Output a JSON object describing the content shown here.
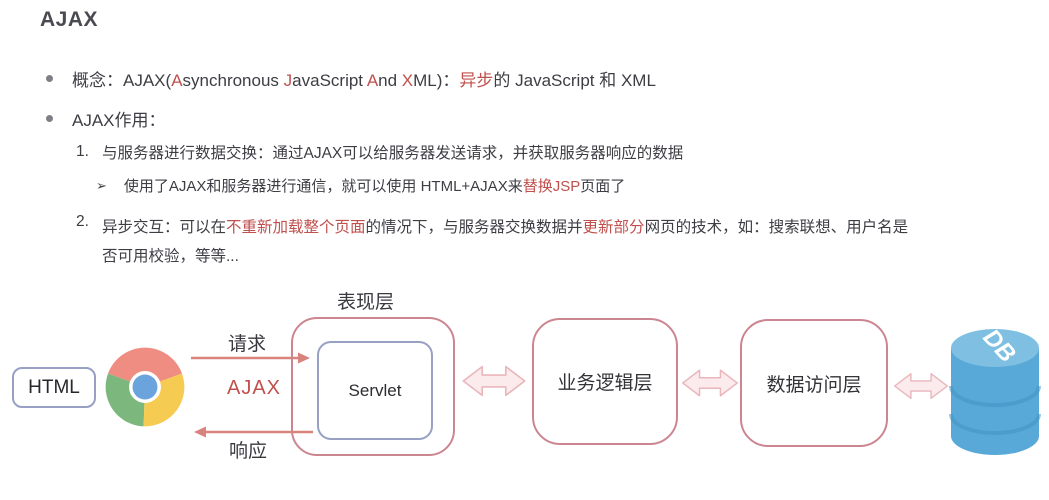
{
  "title": "AJAX",
  "colors": {
    "red_accent": "#c0504d",
    "text_dark": "#3d3d44",
    "bullet_gray": "#7f7f85",
    "rose_border": "#cb8690",
    "purple_border": "#98a0c4",
    "arrow_fill": "#fcebed",
    "arrow_stroke": "#e9b6bc",
    "salmon_arrow": "#d9837d",
    "db_blue": "#58a8d8",
    "db_blue_light": "#7fc0e2",
    "db_blue_dark": "#4492c2",
    "chrome_red": "#ef8d83",
    "chrome_green": "#7cb87e",
    "chrome_yellow": "#f6cb51",
    "chrome_blue": "#6ba3dc"
  },
  "content": {
    "bullet1": [
      {
        "t": "概念：AJAX(",
        "c": "dark"
      },
      {
        "t": "A",
        "c": "red"
      },
      {
        "t": "synchronous ",
        "c": "dark"
      },
      {
        "t": "J",
        "c": "red"
      },
      {
        "t": "avaScript ",
        "c": "dark"
      },
      {
        "t": "A",
        "c": "red"
      },
      {
        "t": "nd ",
        "c": "dark"
      },
      {
        "t": "X",
        "c": "red"
      },
      {
        "t": "ML)：",
        "c": "dark"
      },
      {
        "t": "异步",
        "c": "red"
      },
      {
        "t": "的 JavaScript 和 XML",
        "c": "dark"
      }
    ],
    "bullet2": "AJAX作用：",
    "item1_num": "1.",
    "item1": "与服务器进行数据交换：通过AJAX可以给服务器发送请求，并获取服务器响应的数据",
    "sub1_marker": "➢",
    "sub1": [
      {
        "t": "使用了AJAX和服务器进行通信，就可以使用 HTML+AJAX来",
        "c": "dark"
      },
      {
        "t": "替换JSP",
        "c": "red"
      },
      {
        "t": "页面了",
        "c": "dark"
      }
    ],
    "item2_num": "2.",
    "item2": [
      {
        "t": "异步交互：可以在",
        "c": "dark"
      },
      {
        "t": "不重新加载整个页面",
        "c": "red"
      },
      {
        "t": "的情况下，与服务器交换数据并",
        "c": "dark"
      },
      {
        "t": "更新部分",
        "c": "red"
      },
      {
        "t": "网页的技术，如：搜索联想、用户名是否可用校验，等等...",
        "c": "dark"
      }
    ]
  },
  "diagram": {
    "presentation_layer_label": "表现层",
    "html_box_label": "HTML",
    "servlet_box_label": "Servlet",
    "request_label": "请求",
    "ajax_label": "AJAX",
    "response_label": "响应",
    "business_layer_label": "业务逻辑层",
    "data_access_layer_label": "数据访问层",
    "db_label": "DB"
  }
}
